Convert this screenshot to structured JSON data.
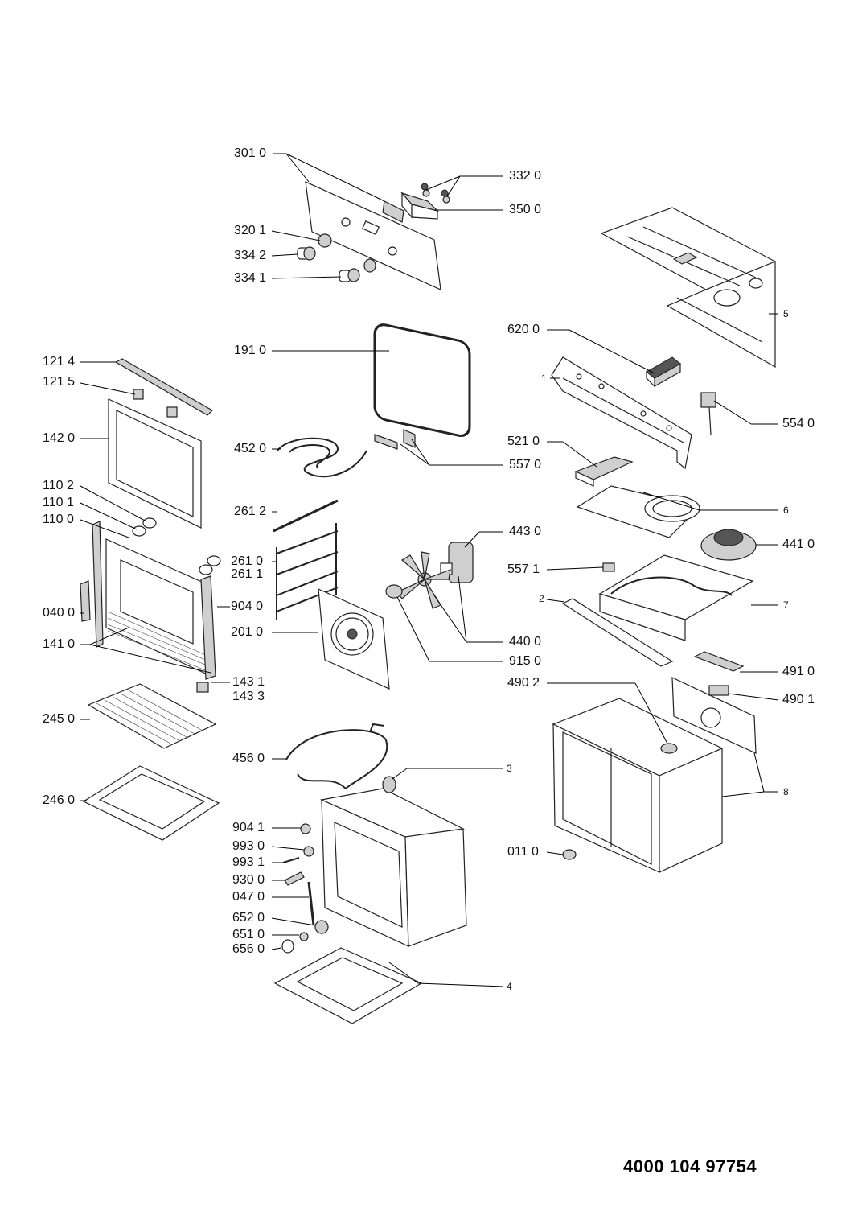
{
  "labels": {
    "l3010": "301 0",
    "l3320": "332 0",
    "l3500": "350 0",
    "l3201": "320 1",
    "l3342": "334 2",
    "l3341": "334 1",
    "l1910": "191 0",
    "l6200": "620 0",
    "l5": "5",
    "l1": "1",
    "l5540": "554 0",
    "l1214": "121 4",
    "l1215": "121 5",
    "l1420": "142 0",
    "l4520": "452 0",
    "l5570": "557 0",
    "l5210": "521 0",
    "l1102": "110 2",
    "l1101": "110 1",
    "l1100": "110 0",
    "l2612": "261 2",
    "l4430": "443 0",
    "l6": "6",
    "l4410": "441 0",
    "l2610": "261 0",
    "l2611": "261 1",
    "l5571": "557 1",
    "l0400": "040 0",
    "l9040": "904 0",
    "l2": "2",
    "l7": "7",
    "l1410": "141 0",
    "l2010": "201 0",
    "l4400": "440 0",
    "l9150": "915 0",
    "l4910": "491 0",
    "l1431": "143 1",
    "l1433": "143 3",
    "l4902": "490 2",
    "l4901": "490 1",
    "l2450": "245 0",
    "l4560": "456 0",
    "l3": "3",
    "l8": "8",
    "l2460": "246 0",
    "l9041": "904 1",
    "l9930": "993 0",
    "l9931": "993 1",
    "l0110": "011 0",
    "l9300": "930 0",
    "l0470": "047 0",
    "l6520": "652 0",
    "l6510": "651 0",
    "l6560": "656 0",
    "l4": "4"
  },
  "document_number": "4000 104 97754"
}
